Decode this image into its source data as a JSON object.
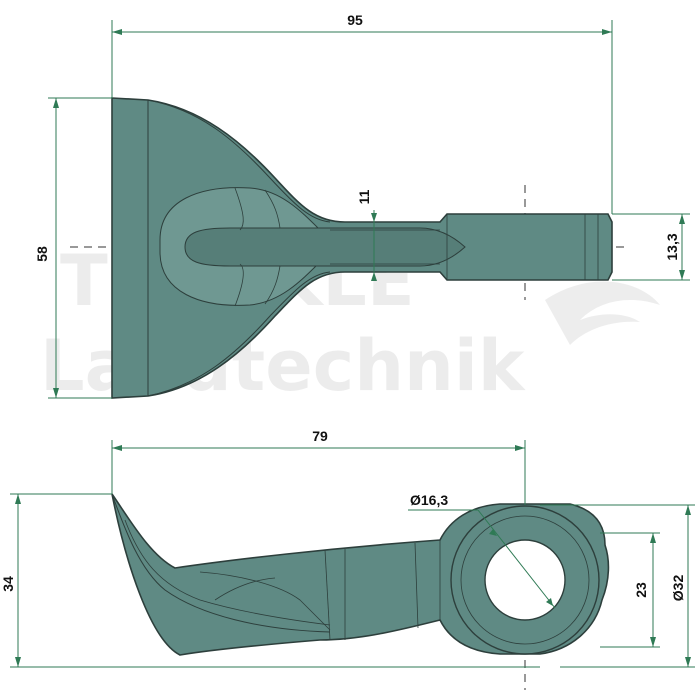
{
  "watermark": {
    "line1": "TRENKLE",
    "line2": "Landtechnik"
  },
  "colors": {
    "part_fill": "#5f8a84",
    "part_stroke": "#2d3f3c",
    "part_edge_light": "#8fb2ac",
    "dimension_line": "#2f7a55",
    "text": "#111111"
  },
  "top_view": {
    "dimensions": {
      "overall_length": "95",
      "blade_width": "58",
      "shaft_thickness": "11",
      "tip_height": "13,3"
    }
  },
  "side_view": {
    "dimensions": {
      "length_to_bore": "79",
      "height": "34",
      "bore_diameter": "Ø16,3",
      "eye_flat": "23",
      "eye_diameter": "Ø32"
    }
  }
}
